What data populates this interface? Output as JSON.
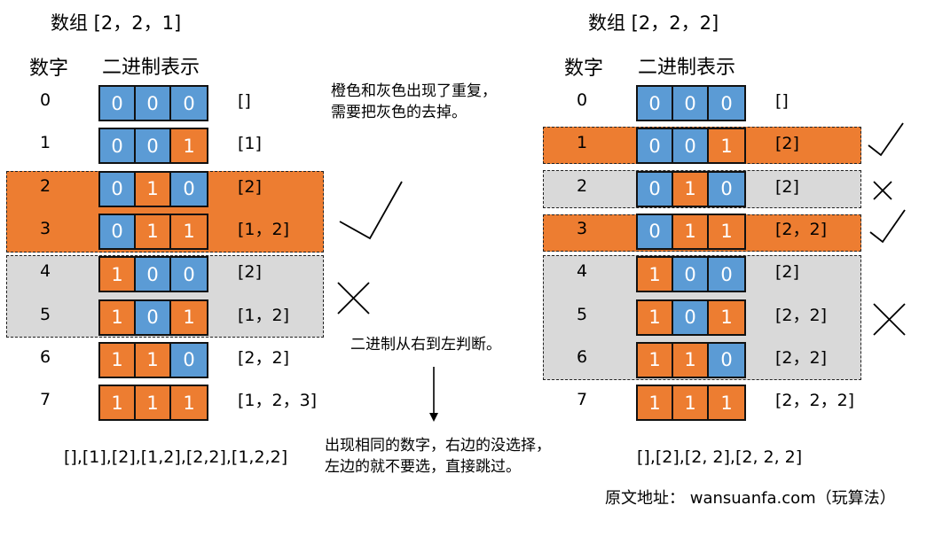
{
  "left": {
    "title": "数组 [2，2，1]",
    "col_number": "数字",
    "col_binary": "二进制表示",
    "rows": [
      {
        "number": "0",
        "bits": [
          0,
          0,
          0
        ],
        "subset": "[]"
      },
      {
        "number": "1",
        "bits": [
          0,
          0,
          1
        ],
        "subset": "[1]"
      },
      {
        "number": "2",
        "bits": [
          0,
          1,
          0
        ],
        "subset": "[2]"
      },
      {
        "number": "3",
        "bits": [
          0,
          1,
          1
        ],
        "subset": "[1，2]"
      },
      {
        "number": "4",
        "bits": [
          1,
          0,
          0
        ],
        "subset": "[2]"
      },
      {
        "number": "5",
        "bits": [
          1,
          0,
          1
        ],
        "subset": "[1，2]"
      },
      {
        "number": "6",
        "bits": [
          1,
          1,
          0
        ],
        "subset": "[2，2]"
      },
      {
        "number": "7",
        "bits": [
          1,
          1,
          1
        ],
        "subset": "[1，2，3]"
      }
    ],
    "highlights": [
      {
        "rows": "2-3",
        "color": "orange",
        "mark": "check"
      },
      {
        "rows": "4-5",
        "color": "gray",
        "mark": "cross"
      }
    ],
    "result": "[],[1],[2],[1,2],[2,2],[1,2,2]"
  },
  "right": {
    "title": "数组 [2，2，2]",
    "col_number": "数字",
    "col_binary": "二进制表示",
    "rows": [
      {
        "number": "0",
        "bits": [
          0,
          0,
          0
        ],
        "subset": "[]"
      },
      {
        "number": "1",
        "bits": [
          0,
          0,
          1
        ],
        "subset": "[2]"
      },
      {
        "number": "2",
        "bits": [
          0,
          1,
          0
        ],
        "subset": "[2]"
      },
      {
        "number": "3",
        "bits": [
          0,
          1,
          1
        ],
        "subset": "[2，2]"
      },
      {
        "number": "4",
        "bits": [
          1,
          0,
          0
        ],
        "subset": "[2]"
      },
      {
        "number": "5",
        "bits": [
          1,
          0,
          1
        ],
        "subset": "[2，2]"
      },
      {
        "number": "6",
        "bits": [
          1,
          1,
          0
        ],
        "subset": "[2，2]"
      },
      {
        "number": "7",
        "bits": [
          1,
          1,
          1
        ],
        "subset": "[2，2，2]"
      }
    ],
    "highlights": [
      {
        "rows": "1",
        "color": "orange",
        "mark": "check"
      },
      {
        "rows": "2",
        "color": "gray",
        "mark": "cross"
      },
      {
        "rows": "3",
        "color": "orange",
        "mark": "check"
      },
      {
        "rows": "4-6",
        "color": "gray",
        "mark": "cross"
      }
    ],
    "result": "[],[2],[2, 2],[2, 2, 2]"
  },
  "notes": {
    "top_line1": "橙色和灰色出现了重复，",
    "top_line2": "需要把灰色的去掉。",
    "middle": "二进制从右到左判断。",
    "bottom_line1": "出现相同的数字，右边的没选择，",
    "bottom_line2": "左边的就不要选，直接跳过。"
  },
  "source": "原文地址： wansuanfa.com（玩算法）",
  "colors": {
    "bit_0": "#5b9bd5",
    "bit_1": "#ed7d31",
    "orange_band": "#ed7d31",
    "gray_band": "#d9d9d9"
  }
}
